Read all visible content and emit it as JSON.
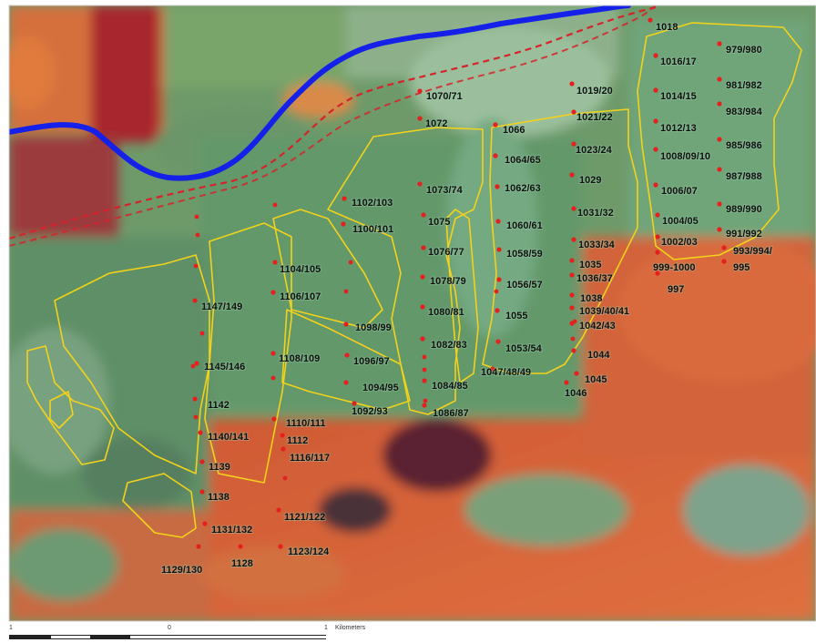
{
  "colors": {
    "river": "#1520e8",
    "boundary_dashed": "#d6232a",
    "plot_outline": "#f2d21b",
    "plot_point": "#e5201e",
    "vegetation": "#5f9b6a",
    "bare_soil": "#d8623a"
  },
  "scale": {
    "label_left": "1",
    "label_mid": "0",
    "label_right": "1",
    "unit": "Kilometers"
  },
  "plots": [
    {
      "label": "1018"
    },
    {
      "label": "979/980"
    },
    {
      "label": "1016/17"
    },
    {
      "label": "981/982"
    },
    {
      "label": "1014/15"
    },
    {
      "label": "983/984"
    },
    {
      "label": "1012/13"
    },
    {
      "label": "985/986"
    },
    {
      "label": "1008/09/10"
    },
    {
      "label": "987/988"
    },
    {
      "label": "1006/07"
    },
    {
      "label": "989/990"
    },
    {
      "label": "1004/05"
    },
    {
      "label": "991/992"
    },
    {
      "label": "1002/03"
    },
    {
      "label": "993/994/"
    },
    {
      "label": "995"
    },
    {
      "label": "999-1000"
    },
    {
      "label": "997"
    },
    {
      "label": "1070/71"
    },
    {
      "label": "1019/20"
    },
    {
      "label": "1072"
    },
    {
      "label": "1066"
    },
    {
      "label": "1021/22"
    },
    {
      "label": "1023/24"
    },
    {
      "label": "1064/65"
    },
    {
      "label": "1029"
    },
    {
      "label": "1073/74"
    },
    {
      "label": "1062/63"
    },
    {
      "label": "1102/103"
    },
    {
      "label": "1031/32"
    },
    {
      "label": "1075"
    },
    {
      "label": "1060/61"
    },
    {
      "label": "1100/101"
    },
    {
      "label": "1033/34"
    },
    {
      "label": "1076/77"
    },
    {
      "label": "1058/59"
    },
    {
      "label": "1035"
    },
    {
      "label": "1104/105"
    },
    {
      "label": "1036/37"
    },
    {
      "label": "1078/79"
    },
    {
      "label": "1056/57"
    },
    {
      "label": "1038"
    },
    {
      "label": "1106/107"
    },
    {
      "label": "1147/149"
    },
    {
      "label": "1039/40/41"
    },
    {
      "label": "1080/81"
    },
    {
      "label": "1055"
    },
    {
      "label": "1042/43"
    },
    {
      "label": "1098/99"
    },
    {
      "label": "1082/83"
    },
    {
      "label": "1053/54"
    },
    {
      "label": "1044"
    },
    {
      "label": "1108/109"
    },
    {
      "label": "1096/97"
    },
    {
      "label": "1145/146"
    },
    {
      "label": "1047/48/49"
    },
    {
      "label": "1045"
    },
    {
      "label": "1094/95"
    },
    {
      "label": "1084/85"
    },
    {
      "label": "1046"
    },
    {
      "label": "1142"
    },
    {
      "label": "1092/93"
    },
    {
      "label": "1086/87"
    },
    {
      "label": "1110/111"
    },
    {
      "label": "1140/141"
    },
    {
      "label": "1112"
    },
    {
      "label": "1116/117"
    },
    {
      "label": "1139"
    },
    {
      "label": "1138"
    },
    {
      "label": "1121/122"
    },
    {
      "label": "1131/132"
    },
    {
      "label": "1123/124"
    },
    {
      "label": "1128"
    },
    {
      "label": "1129/130"
    }
  ]
}
